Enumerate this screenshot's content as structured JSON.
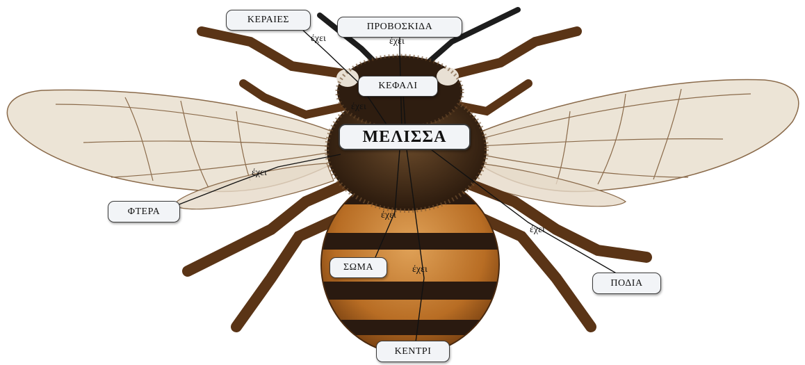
{
  "central_node": {
    "label": "ΜΕΛΙΣΣΑ"
  },
  "relation_label": "έχει",
  "nodes": {
    "keraies": "ΚΕΡΑΙΕΣ",
    "provoskida": "ΠΡΟΒΟΣΚΙΔΑ",
    "kefali": "ΚΕΦΑΛΙ",
    "ftera": "ΦΤΕΡΑ",
    "soma": "ΣΩΜΑ",
    "podia": "ΠΟΔΙΑ",
    "kentri": "ΚΕΝΤΡΙ"
  },
  "colors": {
    "box_fill": "#f2f4f7",
    "box_border": "#3a3a3a",
    "line": "#111111",
    "bee_stripe_dark": "#2a1a10",
    "bee_stripe_orange": "#c77a2e",
    "wing_fill": "#e9dfcf",
    "wing_vein": "#8a6a4a"
  }
}
